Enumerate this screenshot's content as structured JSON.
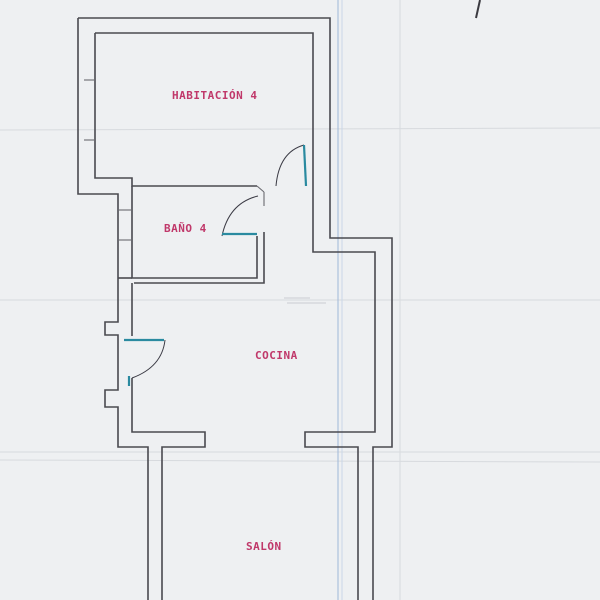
{
  "plan": {
    "rooms": [
      {
        "id": "habitacion-4",
        "label": "HABITACIÓN 4"
      },
      {
        "id": "bano-4",
        "label": "BAÑO 4"
      },
      {
        "id": "cocina",
        "label": "COCINA"
      },
      {
        "id": "salon",
        "label": "SALÓN"
      }
    ],
    "colors": {
      "walls": "#4a4a50",
      "labels": "#c0386a",
      "doors": "#2a8aa0",
      "reference_line": "#9fb8d8",
      "background": "#eef0f2"
    }
  }
}
